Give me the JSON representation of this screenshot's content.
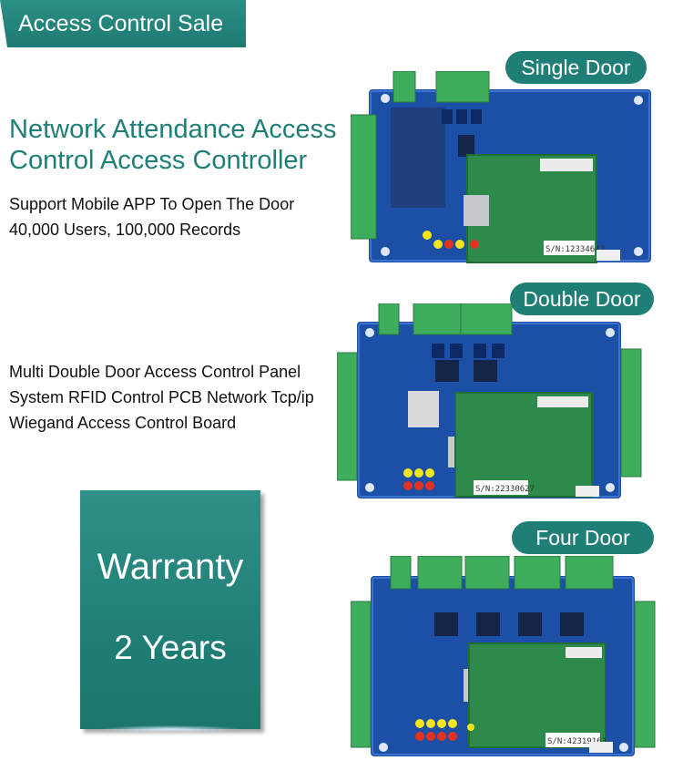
{
  "banner": {
    "label": "Access Control Sale"
  },
  "products": [
    {
      "pill": "Single Door",
      "serial": "S/N:12334642"
    },
    {
      "pill": "Double Door",
      "serial": "S/N:22330627"
    },
    {
      "pill": "Four Door",
      "serial": "S/N:42319163"
    }
  ],
  "single": {
    "headline_line1": "Network Attendance Access",
    "headline_line2": "Control Access Controller",
    "desc_line1": "Support Mobile APP To Open The Door",
    "desc_line2": "40,000 Users, 100,000 Records"
  },
  "double": {
    "desc_line1": "Multi Double Door Access Control Panel",
    "desc_line2": "System RFID Control PCB Network Tcp/ip",
    "desc_line3": "Wiegand Access Control Board"
  },
  "warranty": {
    "line1": "Warranty",
    "line2": "2 Years"
  },
  "colors": {
    "accent": "#1f7f77",
    "board_blue": "#1c4fa6",
    "module_green": "#2e8a4a",
    "terminal_green": "#3fae5c"
  }
}
